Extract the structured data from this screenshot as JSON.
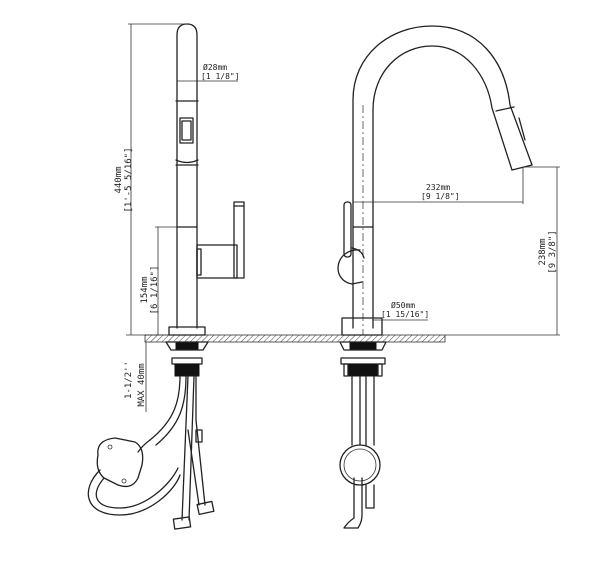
{
  "left_view": {
    "height_total": {
      "mm": "440mm",
      "in": "[1'-5 5/16\"]"
    },
    "handle_height": {
      "mm": "154mm",
      "in": "[6 1/16\"]"
    },
    "spout_diameter": {
      "mm": "Ø28mm",
      "in": "[1 1/8\"]"
    },
    "max_deck_thickness": {
      "in": "1-1/2''",
      "mm": "MAX 40mm"
    }
  },
  "right_view": {
    "reach": {
      "mm": "232mm",
      "in": "[9 1/8\"]"
    },
    "spout_height": {
      "mm": "238mm",
      "in": "[9 3/8\"]"
    },
    "base_diameter": {
      "mm": "Ø50mm",
      "in": "[1 15/16\"]"
    }
  },
  "colors": {
    "line": "#222222",
    "background": "#ffffff"
  }
}
